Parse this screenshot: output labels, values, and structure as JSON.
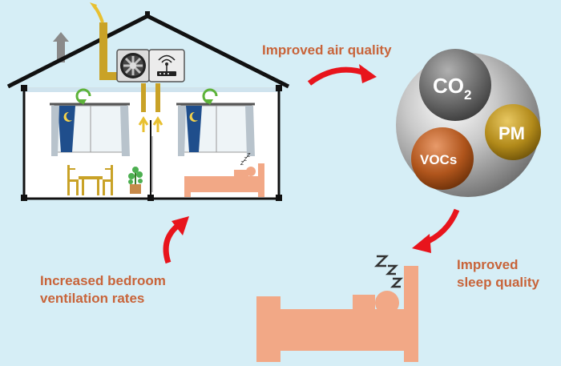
{
  "labels": {
    "air_quality": "Improved air quality",
    "ventilation": [
      "Increased bedroom",
      "ventilation rates"
    ],
    "sleep": [
      "Improved",
      "sleep quality"
    ]
  },
  "pollutants": {
    "co2": "CO",
    "co2_subscript": "2",
    "pm": "PM",
    "vocs": "VOCs"
  },
  "colors": {
    "background": "#d6eef6",
    "label_text": "#c8643a",
    "arrow": "#e8141c",
    "duct": "#c9a227",
    "sleeper": "#f2a886",
    "house_outline": "#111111",
    "curtain": "#1f4e8c"
  },
  "icons": {
    "fan": "ventilation-fan-icon",
    "router": "wifi-router-icon",
    "moon": "moon-icon",
    "zzz": "zzz-icon"
  }
}
